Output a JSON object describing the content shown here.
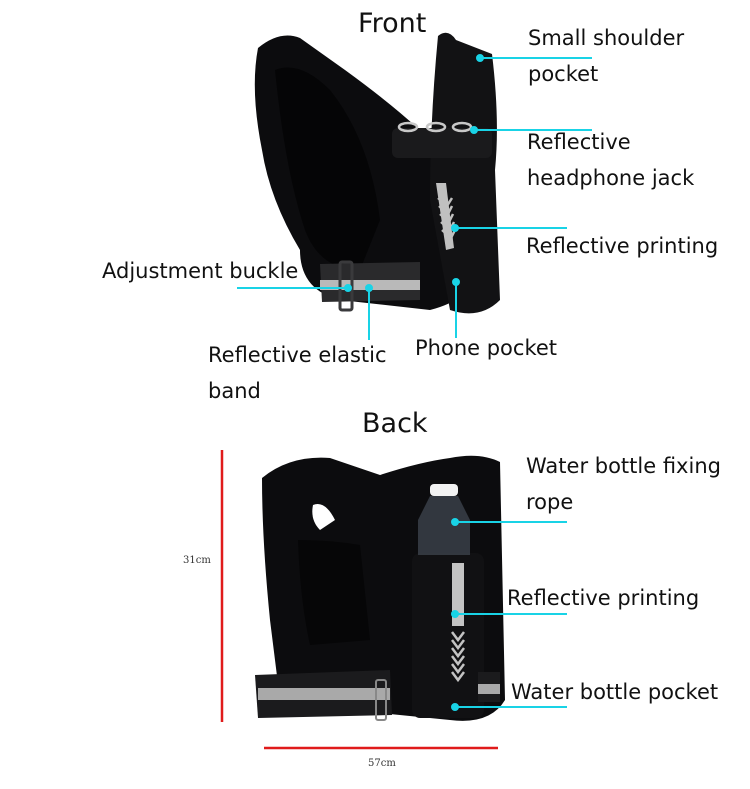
{
  "front": {
    "title": "Front",
    "labels": {
      "small_shoulder_pocket": [
        "Small shoulder",
        "pocket"
      ],
      "reflective_headphone_jack": [
        "Reflective",
        "headphone jack"
      ],
      "reflective_printing": "Reflective printing",
      "adjustment_buckle": "Adjustment buckle",
      "reflective_elastic_band": [
        "Reflective elastic",
        "band"
      ],
      "phone_pocket": "Phone pocket"
    }
  },
  "back": {
    "title": "Back",
    "labels": {
      "water_bottle_fixing_rope": [
        "Water bottle fixing",
        "rope"
      ],
      "reflective_printing": "Reflective printing",
      "water_bottle_pocket": "Water bottle pocket"
    },
    "dimensions": {
      "height": "31cm",
      "width": "57cm"
    }
  },
  "colors": {
    "callout_line": "#19d3e6",
    "dimension_line": "#e01b1b",
    "vest": "#0c0c0e",
    "reflective": "#b9b9b9"
  }
}
